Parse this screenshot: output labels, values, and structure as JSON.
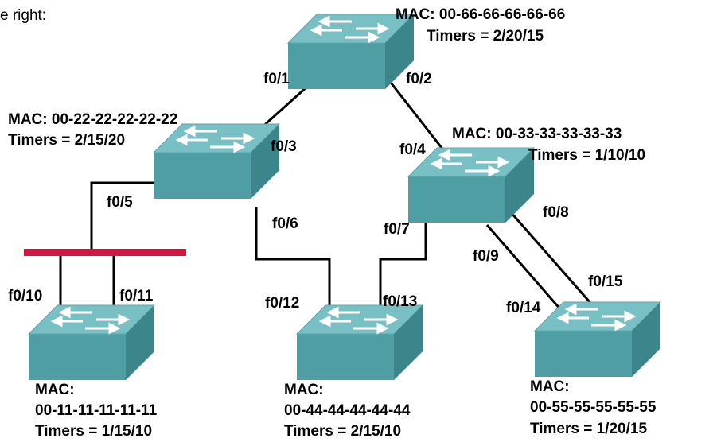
{
  "intro_fragment": "e right:",
  "switches": {
    "s6": {
      "mac": "MAC: 00-66-66-66-66-66",
      "timers": "Timers = 2/20/15"
    },
    "s2": {
      "mac": "MAC: 00-22-22-22-22-22",
      "timers": "Timers = 2/15/20"
    },
    "s3": {
      "mac": "MAC: 00-33-33-33-33-33",
      "timers": "Timers = 1/10/10"
    },
    "s1": {
      "mac_label": "MAC:",
      "mac": "00-11-11-11-11-11",
      "timers": "Timers = 1/15/10"
    },
    "s4": {
      "mac_label": "MAC:",
      "mac": "00-44-44-44-44-44",
      "timers": "Timers = 2/15/10"
    },
    "s5": {
      "mac_label": "MAC:",
      "mac": "00-55-55-55-55-55",
      "timers": "Timers = 1/20/15"
    }
  },
  "ports": {
    "p1": "f0/1",
    "p2": "f0/2",
    "p3": "f0/3",
    "p4": "f0/4",
    "p5": "f0/5",
    "p6": "f0/6",
    "p7": "f0/7",
    "p8": "f0/8",
    "p9": "f0/9",
    "p10": "f0/10",
    "p11": "f0/11",
    "p12": "f0/12",
    "p13": "f0/13",
    "p14": "f0/14",
    "p15": "f0/15"
  },
  "colors": {
    "switch_top": "#79c0c4",
    "switch_front": "#4f9ea3",
    "switch_side": "#3c868b",
    "hub_bar": "#d0173f",
    "link": "#000000"
  }
}
